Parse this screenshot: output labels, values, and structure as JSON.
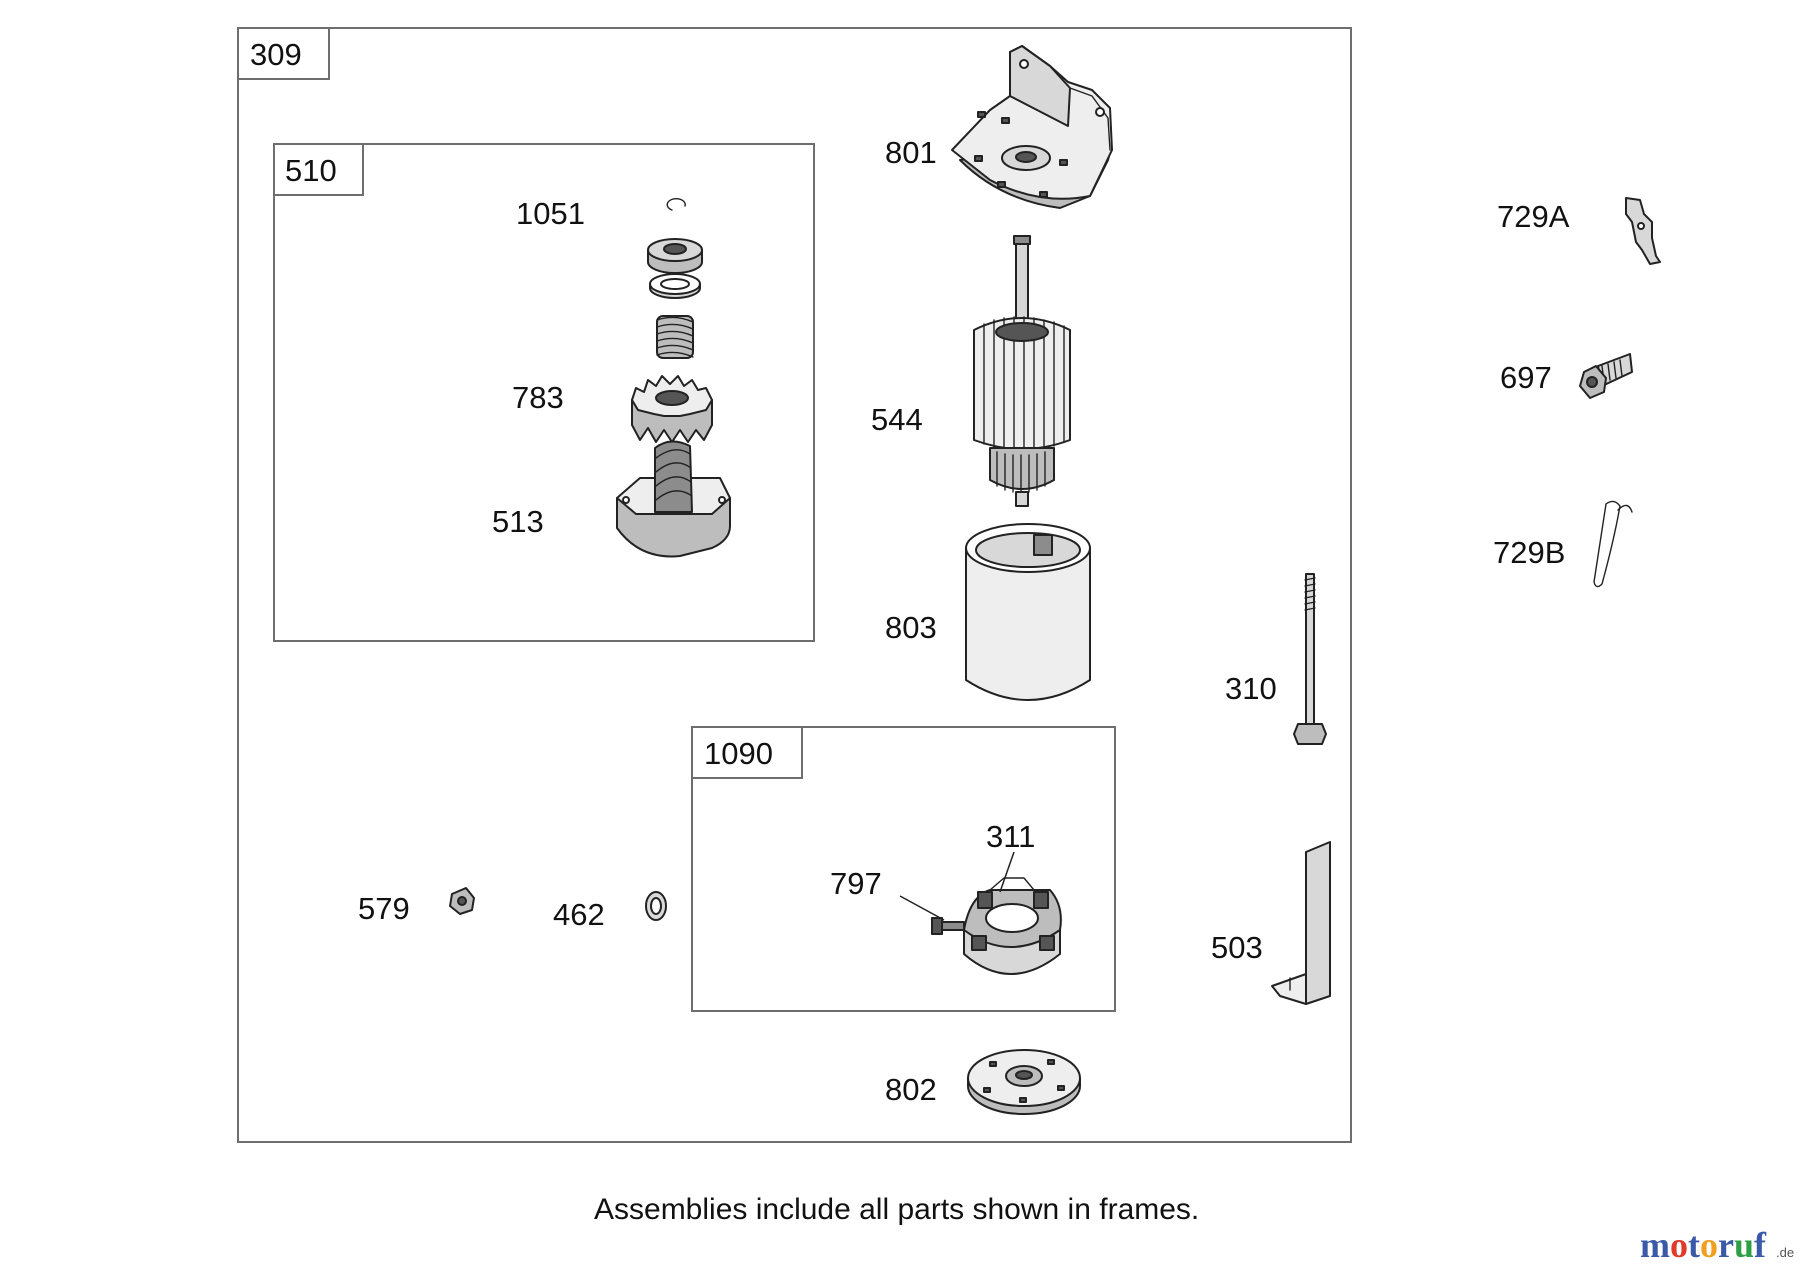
{
  "frames": {
    "outer": "309",
    "pinion_assembly": "510",
    "brush_assembly": "1090"
  },
  "callouts": {
    "p1051": "1051",
    "p783": "783",
    "p513": "513",
    "p801": "801",
    "p544": "544",
    "p803": "803",
    "p310": "310",
    "p311": "311",
    "p797": "797",
    "p579": "579",
    "p462": "462",
    "p503": "503",
    "p802": "802",
    "p729A": "729A",
    "p697": "697",
    "p729B": "729B"
  },
  "caption": "Assemblies include all parts shown in frames.",
  "watermark": {
    "name": "motoruf",
    "suffix": ".de",
    "colors": {
      "m": "#3a5aa8",
      "o1": "#e23a2a",
      "t": "#3a5aa8",
      "o2": "#f0a020",
      "r": "#3a5aa8",
      "u": "#2e9e46",
      "f": "#3a5aa8"
    }
  }
}
